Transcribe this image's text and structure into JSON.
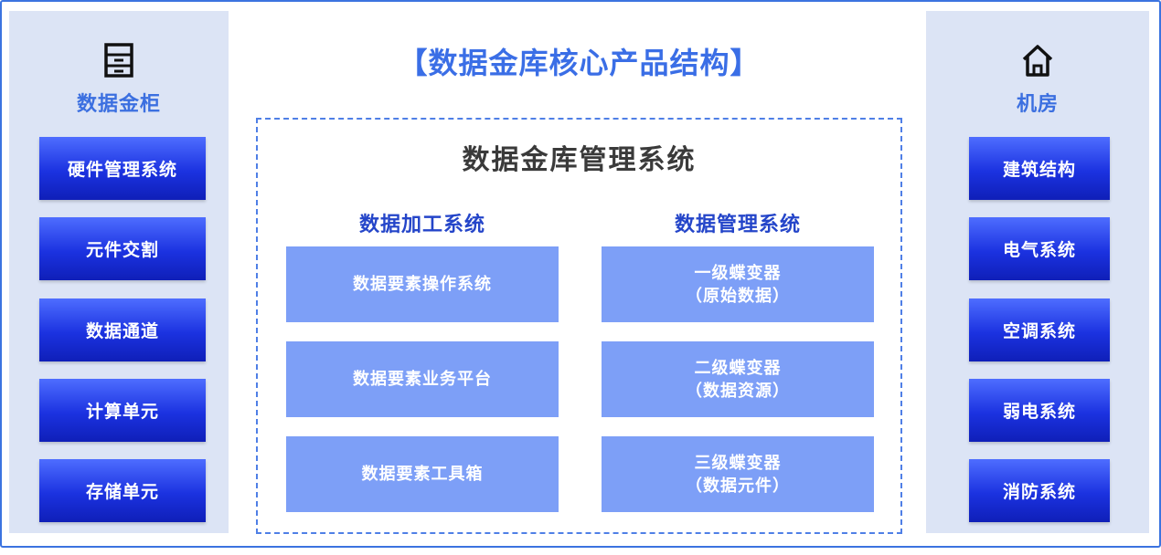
{
  "title": "【数据金库核心产品结构】",
  "left_panel": {
    "icon": "cabinet-icon",
    "title": "数据金柜",
    "items": [
      "硬件管理系统",
      "元件交割",
      "数据通道",
      "计算单元",
      "存储单元"
    ]
  },
  "right_panel": {
    "icon": "house-icon",
    "title": "机房",
    "items": [
      "建筑结构",
      "电气系统",
      "空调系统",
      "弱电系统",
      "消防系统"
    ]
  },
  "center": {
    "title": "数据金库管理系统",
    "columns": [
      {
        "title": "数据加工系统",
        "boxes": [
          {
            "line1": "数据要素操作系统",
            "line2": ""
          },
          {
            "line1": "数据要素业务平台",
            "line2": ""
          },
          {
            "line1": "数据要素工具箱",
            "line2": ""
          }
        ]
      },
      {
        "title": "数据管理系统",
        "boxes": [
          {
            "line1": "一级蝶变器",
            "line2": "（原始数据）"
          },
          {
            "line1": "二级蝶变器",
            "line2": "（数据资源）"
          },
          {
            "line1": "三级蝶变器",
            "line2": "（数据元件）"
          }
        ]
      }
    ]
  },
  "colors": {
    "accent": "#3b6fe0",
    "button_dark": "#1b32e0",
    "box_light": "#7d9ff7",
    "panel_bg": "#dce4f5"
  }
}
